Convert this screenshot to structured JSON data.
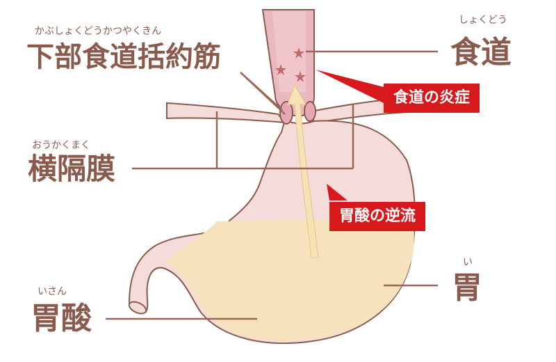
{
  "labels": {
    "sphincter": {
      "text": "下部食道括約筋",
      "ruby": "かぶしょくどうかつやくきん"
    },
    "esophagus": {
      "text": "食道",
      "ruby": "しょくどう"
    },
    "diaphragm": {
      "text": "横隔膜",
      "ruby": "おうかくまく"
    },
    "stomach": {
      "text": "胃",
      "ruby": "い"
    },
    "acid": {
      "text": "胃酸",
      "ruby": "いさん"
    }
  },
  "callouts": {
    "esophagitis": "食道の炎症",
    "reflux": "胃酸の逆流"
  },
  "colors": {
    "label_text": "#8a5a4c",
    "leader_line": "#9b6656",
    "callout_bg": "#d7191c",
    "callout_text": "#ffffff",
    "organ_outline": "#8a5a4c",
    "stomach_wall": "#f3dcda",
    "gastric_content": "#f6e3bd",
    "esophagus_inner": "#eab8c0",
    "reflux_arrow": "#f7e2b6"
  }
}
